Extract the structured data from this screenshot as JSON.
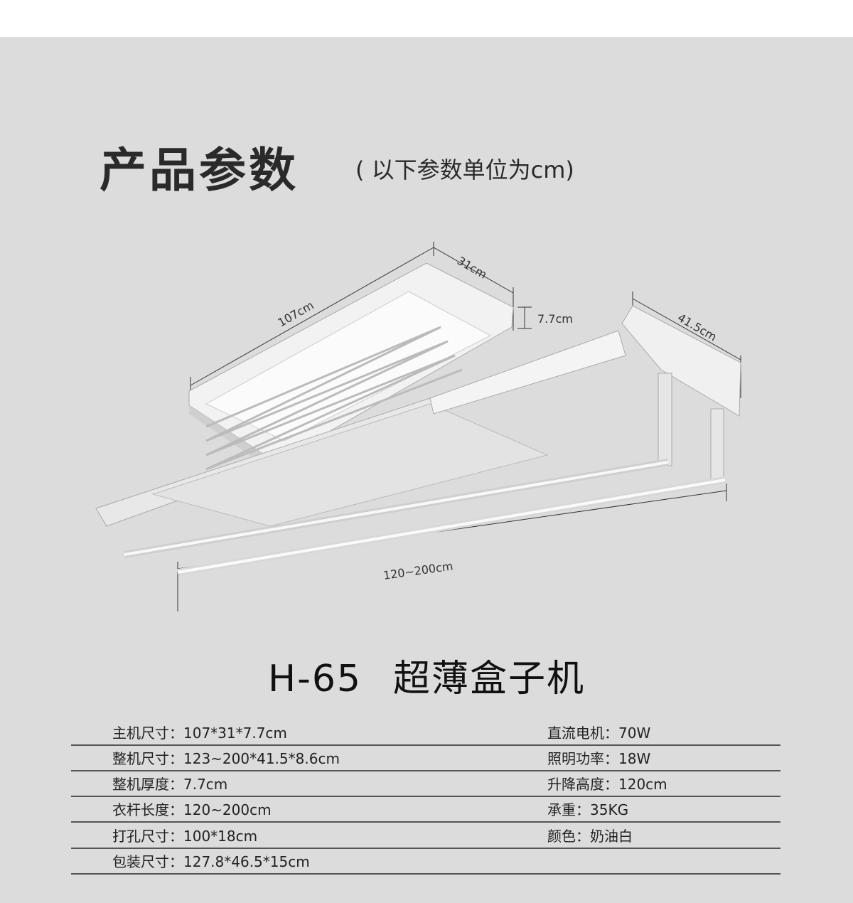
{
  "header": {
    "title": "产品参数",
    "subtitle": "( 以下参数单位为cm)"
  },
  "dimensions": {
    "length": "107cm",
    "width": "31cm",
    "height": "7.7cm",
    "depth": "41.5cm",
    "rod": "120~200cm"
  },
  "model": {
    "code": "H-65",
    "name": "超薄盒子机"
  },
  "specs": {
    "left": [
      "主机尺寸：107*31*7.7cm",
      "整机尺寸：123~200*41.5*8.6cm",
      "整机厚度：7.7cm",
      "衣杆长度：120~200cm",
      "打孔尺寸：100*18cm",
      "包装尺寸：127.8*46.5*15cm"
    ],
    "right": [
      "直流电机：70W",
      "照明功率：18W",
      "升降高度：120cm",
      "承重：35KG",
      "颜色：奶油白"
    ]
  }
}
